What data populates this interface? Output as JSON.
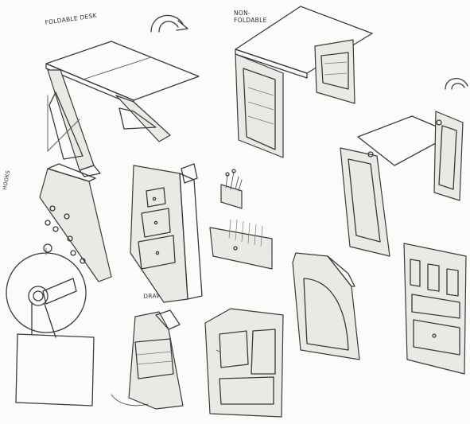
{
  "sketch": {
    "labels": {
      "foldable_desk": "FOLDABLE DESK",
      "non_foldable": "NON-FOLDABLE",
      "hooks": "HOOKS",
      "drawers": "DRAWERS"
    },
    "colors": {
      "paper": "#fbfbfa",
      "pencil": "#3a3a3a"
    },
    "icons": [
      "rotate-arrow-icon",
      "rotate-arrow-icon"
    ]
  }
}
